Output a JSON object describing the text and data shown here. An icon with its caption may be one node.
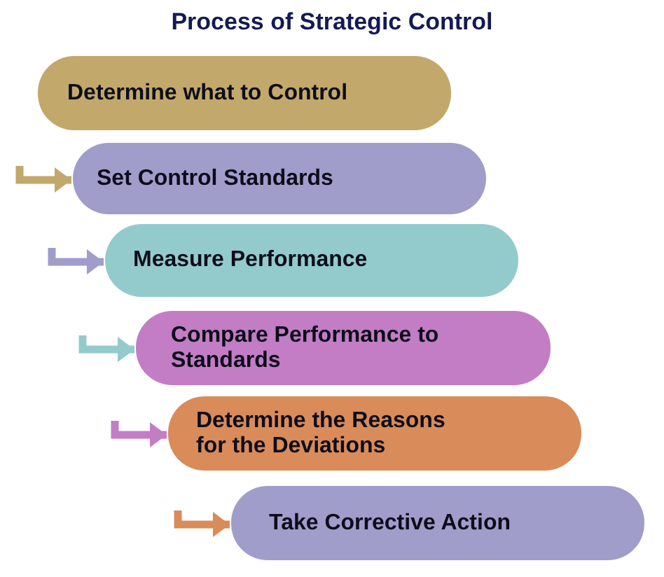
{
  "diagram": {
    "title": "Process of Strategic Control",
    "nodes": [
      {
        "text": [
          "Determine what to Control"
        ]
      },
      {
        "text": [
          "Set Control Standards"
        ]
      },
      {
        "text": [
          "Measure Performance"
        ]
      },
      {
        "text": [
          "Compare Performance to Standards"
        ]
      },
      {
        "text": [
          "Determine the Reasons for the Deviations"
        ]
      },
      {
        "text": [
          "Take Corrective Action"
        ]
      }
    ],
    "edges": [
      {
        "from": null,
        "to": 1,
        "arrow": "to",
        "color": "#c2a86b"
      },
      {
        "from": null,
        "to": 2,
        "arrow": "to",
        "color": "#a09dcb"
      },
      {
        "from": null,
        "to": 3,
        "arrow": "to",
        "color": "#93cbcc"
      },
      {
        "from": null,
        "to": 4,
        "arrow": "to",
        "color": "#c27dc5"
      },
      {
        "from": null,
        "to": 5,
        "arrow": "to",
        "color": "#d98b5a"
      }
    ]
  }
}
